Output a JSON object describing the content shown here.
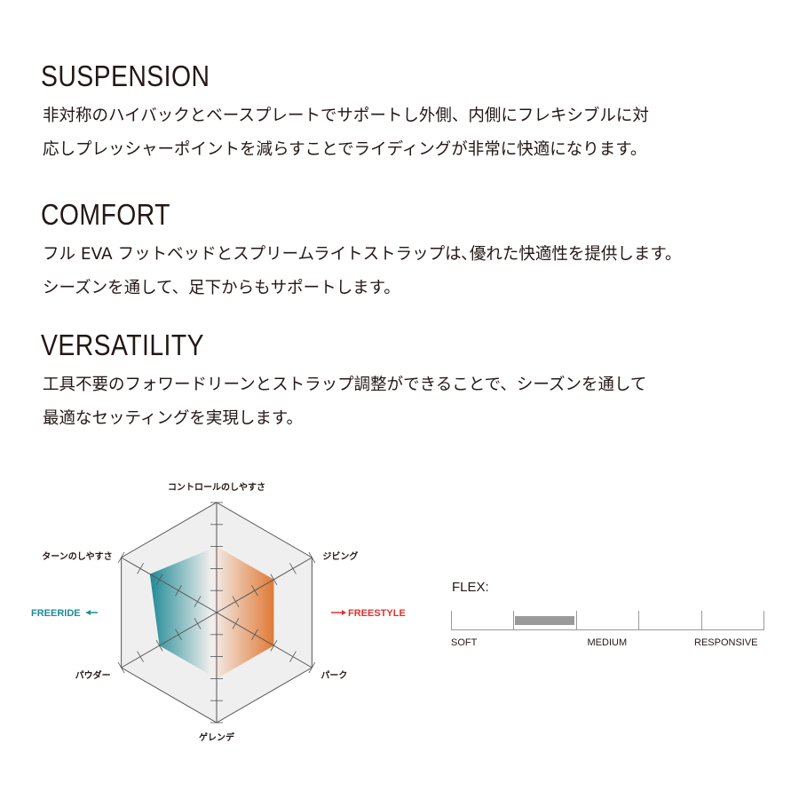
{
  "sections": {
    "suspension": {
      "title": "SUSPENSION",
      "line1": "非対称のハイバックとベースプレートでサポートし外側、内側にフレキシブルに対",
      "line2": "応しプレッシャーポイントを減らすことでライディングが非常に快適になります。"
    },
    "comfort": {
      "title": "COMFORT",
      "line1": "フル EVA フットベッドとスプリームライトストラップは､優れた快適性を提供します。",
      "line2": "シーズンを通して、足下からもサポートします。"
    },
    "versatility": {
      "title": "VERSATILITY",
      "line1": "工具不要のフォワードリーンとストラップ調整ができることで、シーズンを通して",
      "line2": "最適なセッティングを実現します。"
    }
  },
  "chart_data": [
    {
      "type": "radar",
      "axes": [
        "コントロールのしやすさ",
        "ジビング",
        "パーク",
        "ゲレンデ",
        "パウダー",
        "ターンのしやすさ"
      ],
      "scale_max": 5,
      "values": [
        3,
        3,
        3,
        3,
        3,
        3.5
      ],
      "side_labels": {
        "left": "FREERIDE",
        "right": "FREESTYLE"
      },
      "colors": {
        "left": "#1f8a96",
        "right": "#e07a36",
        "left_label": "#1f8a96",
        "right_label": "#e5302c",
        "frame": "#555555",
        "background": "#efefef"
      }
    },
    {
      "type": "scale",
      "title": "FLEX:",
      "labels": [
        "SOFT",
        "MEDIUM",
        "RESPONSIVE"
      ],
      "segments": 5,
      "range": [
        0.2,
        0.4
      ],
      "colors": {
        "fill": "#9a9a9a",
        "line": "#999999"
      }
    }
  ]
}
